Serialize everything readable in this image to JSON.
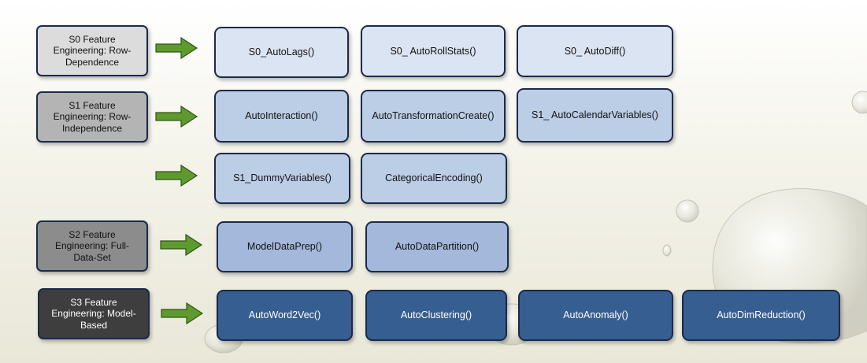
{
  "rows": [
    {
      "stage": {
        "l1": "S0 Feature",
        "l2": "Engineering: Row-",
        "l3": "Dependence"
      },
      "functions": [
        "S0_AutoLags()",
        "S0_ AutoRollStats()",
        "S0_ AutoDiff()"
      ]
    },
    {
      "stage": {
        "l1": "S1 Feature",
        "l2": "Engineering: Row-",
        "l3": "Independence"
      },
      "functions": [
        "AutoInteraction()",
        "AutoTransformationCreate()",
        "S1_ AutoCalendarVariables()"
      ]
    },
    {
      "functions": [
        "S1_DummyVariables()",
        "CategoricalEncoding()"
      ]
    },
    {
      "stage": {
        "l1": "S2 Feature",
        "l2": "Engineering: Full-",
        "l3": "Data-Set"
      },
      "functions": [
        "ModelDataPrep()",
        "AutoDataPartition()"
      ]
    },
    {
      "stage": {
        "l1": "S3 Feature",
        "l2": "Engineering: Model-",
        "l3": "Based"
      },
      "functions": [
        "AutoWord2Vec()",
        "AutoClustering()",
        "AutoAnomaly()",
        "AutoDimReduction()"
      ]
    }
  ],
  "colors": {
    "arrow_green": "#5f9a2e",
    "border_navy": "#1a2a4a",
    "stage_shades": [
      "#dcdcdc",
      "#b4b4b4",
      "#8c8c8c",
      "#3e3e3e"
    ],
    "function_shades": [
      "#dbe4f2",
      "#bccde6",
      "#a3b8da",
      "#365e91"
    ]
  }
}
